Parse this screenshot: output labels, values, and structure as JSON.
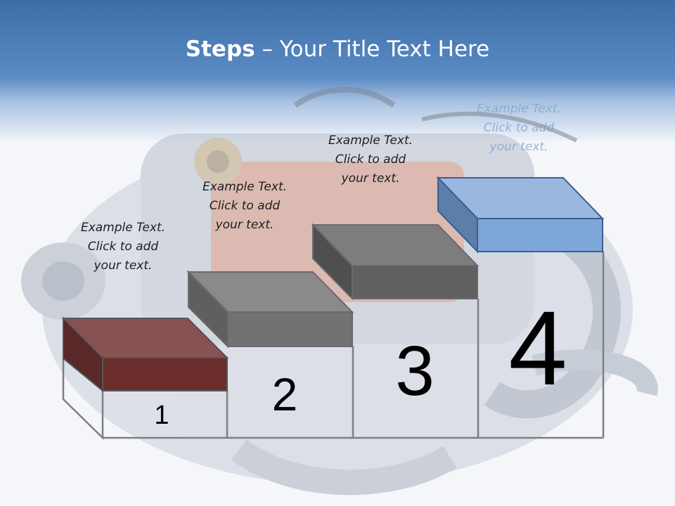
{
  "slide": {
    "title_bold": "Steps",
    "title_rest": " – Your Title Text Here"
  },
  "steps": [
    {
      "number": "1",
      "line1": "Example Text.",
      "line2": "Click  to add",
      "line3": "your text.",
      "color": "#6b2e2c"
    },
    {
      "number": "2",
      "line1": "Example Text.",
      "line2": "Click  to add",
      "line3": "your text.",
      "color": "#666666"
    },
    {
      "number": "3",
      "line1": "Example Text.",
      "line2": "Click  to add",
      "line3": "your text.",
      "color": "#5c5c5c"
    },
    {
      "number": "4",
      "line1": "Example Text.",
      "line2": "Click  to add",
      "line3": "your text.",
      "color": "#7ea6d8"
    }
  ]
}
